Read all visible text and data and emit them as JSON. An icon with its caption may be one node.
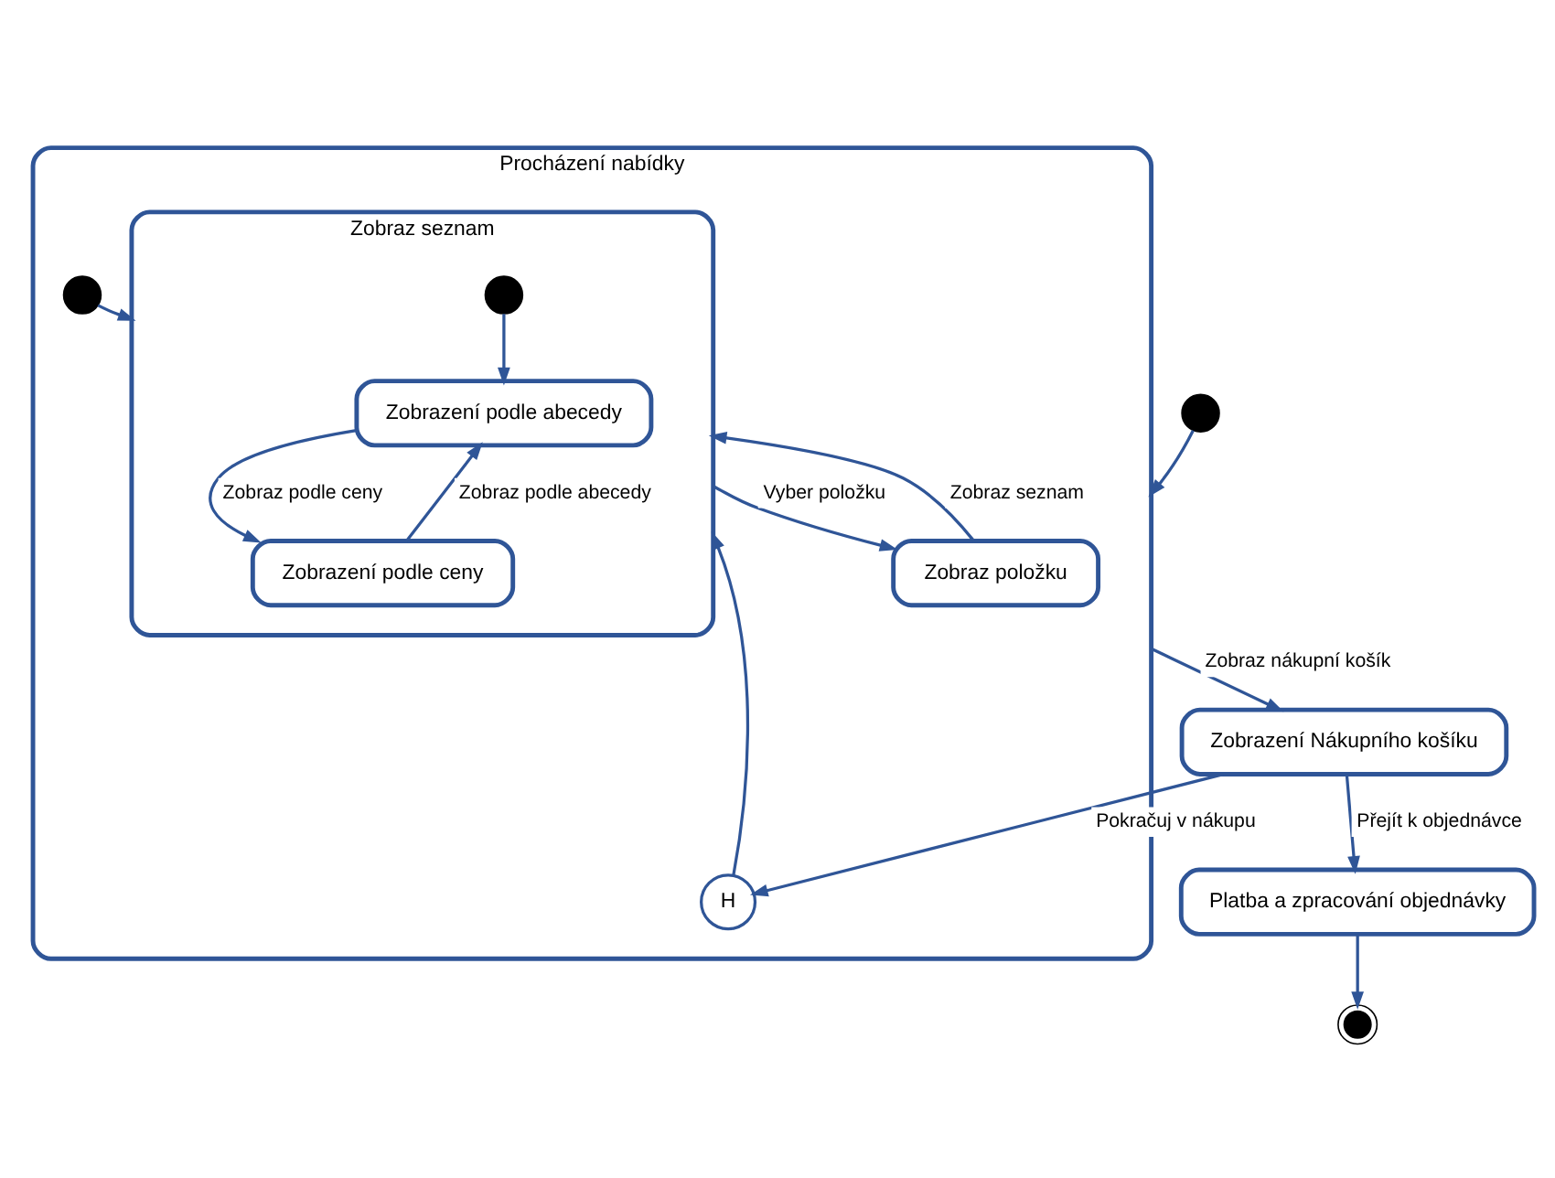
{
  "diagram": {
    "nodes": [
      {
        "text": [
          "Procházení nabídky"
        ]
      },
      {
        "text": [
          "Zobraz seznam"
        ],
        "in": 0
      },
      {
        "text": [],
        "shape": "circle",
        "in": 1
      },
      {
        "text": [
          "Zobrazení podle abecedy"
        ],
        "in": 1
      },
      {
        "text": [
          "Zobrazení podle ceny"
        ],
        "in": 1
      },
      {
        "text": [],
        "shape": "circle",
        "in": 0
      },
      {
        "text": [
          "Zobraz položku"
        ],
        "in": 0
      },
      {
        "text": [
          "H"
        ],
        "in": 0
      },
      {
        "text": [],
        "shape": "circle"
      },
      {
        "text": [
          "Zobrazení Nákupního košíku"
        ]
      },
      {
        "text": [
          "Platba a zpracování objednávky"
        ]
      },
      {
        "text": [],
        "shape": "bullseye"
      }
    ],
    "edges": [
      {
        "from": 2,
        "to": 3,
        "arrow": "to"
      },
      {
        "from": 3,
        "to": 4,
        "arrow": "to",
        "label": "Zobraz podle ceny"
      },
      {
        "from": 4,
        "to": 3,
        "arrow": "to",
        "label": "Zobraz podle abecedy"
      },
      {
        "from": 5,
        "to": 1,
        "arrow": "to"
      },
      {
        "from": 1,
        "to": 6,
        "arrow": "to",
        "label": "Vyber položku"
      },
      {
        "from": 6,
        "to": 1,
        "arrow": "to",
        "label": "Zobraz seznam"
      },
      {
        "from": 8,
        "to": 0,
        "arrow": "to"
      },
      {
        "from": 0,
        "to": 9,
        "arrow": "to",
        "label": "Zobraz nákupní košík"
      },
      {
        "from": 9,
        "to": 7,
        "arrow": "to",
        "label": "Pokračuj v nákupu"
      },
      {
        "from": 7,
        "to": 1,
        "arrow": "to"
      },
      {
        "from": 9,
        "to": 10,
        "arrow": "to",
        "label": "Přejít k objednávce"
      },
      {
        "from": 10,
        "to": 11,
        "arrow": "to"
      }
    ]
  }
}
